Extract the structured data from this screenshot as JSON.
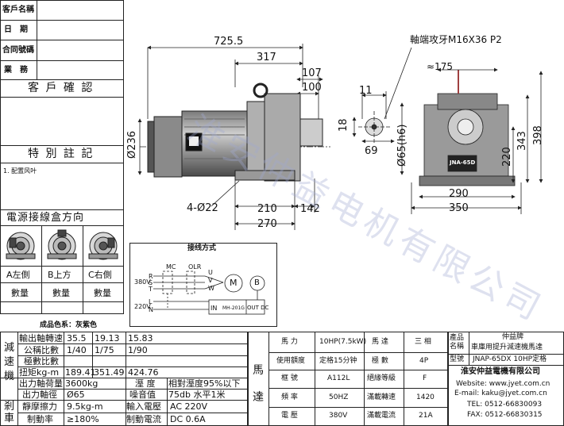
{
  "left_panel": {
    "rows": [
      {
        "label": "客戶名稱",
        "value": ""
      },
      {
        "label": "日　期",
        "value": ""
      },
      {
        "label": "合同號碼",
        "value": ""
      },
      {
        "label": "業　務",
        "value": ""
      }
    ],
    "confirm_title": "客 戶 確 認",
    "notes_title": "特 別 註 記",
    "note_1": "1. 配置风叶",
    "junction_title": "電源接線盒方向",
    "directions": [
      {
        "label": "A左側",
        "qty": "數量"
      },
      {
        "label": "B上方",
        "qty": "數量"
      },
      {
        "label": "C右側",
        "qty": "數量"
      }
    ]
  },
  "drawing": {
    "dim_overall": "725.5",
    "dim_317": "317",
    "dim_107": "107",
    "dim_100": "100",
    "dim_236": "Ø236",
    "dim_210": "210",
    "dim_142": "142",
    "dim_270": "270",
    "dim_hole": "4-Ø22",
    "shaft_thread": "軸端攻牙M16X36 P2",
    "dim_11": "11",
    "dim_18": "18",
    "dim_69": "69",
    "dim_shaft": "Ø65(h6)",
    "dim_175": "≈175",
    "dim_220": "220",
    "dim_343": "343",
    "dim_398": "398",
    "dim_290": "290",
    "dim_350": "350",
    "nameplate": "JNA-65D",
    "watermark": "淮安仲益电机有限公司"
  },
  "wiring": {
    "title": "接线方式",
    "mc": "MC",
    "olr": "OLR",
    "v380": "380V",
    "v220": "220V",
    "r": "R",
    "s": "S",
    "t": "T",
    "u": "U",
    "v": "V",
    "w": "W",
    "motor": "M",
    "brake": "B",
    "l": "L",
    "n": "N",
    "in": "IN",
    "rectifier": "MH-201G",
    "out": "OUT DC"
  },
  "spec_left": {
    "color_label": "成品色系：灰紫色",
    "reducer_label": "減速機",
    "brake_label": "剎車",
    "rows": [
      {
        "label": "輸出軸轉速",
        "v1": "35.5",
        "v2": "19.13",
        "v3": "15.83"
      },
      {
        "label": "公稱比數",
        "v1": "1/40",
        "v2": "1/75",
        "v3": "1/90"
      },
      {
        "label": "極數比數",
        "v1": "",
        "v2": "",
        "v3": ""
      },
      {
        "label": "扭矩kg-m",
        "v1": "189.41",
        "v2": "351.49",
        "v3": "424.76"
      }
    ],
    "pairs": [
      {
        "label": "出力軸荷量",
        "value": "3600kg",
        "label2": "溼 度",
        "value2": "相對溼度95%以下"
      },
      {
        "label": "出力軸徑",
        "value": "Ø65",
        "label2": "噪音值",
        "value2": "75db 水平1米"
      },
      {
        "label": "靜摩擦力",
        "value": "9.5kg-m",
        "label2": "輸入電壓",
        "value2": "AC 220V"
      },
      {
        "label": "制動率",
        "value": "≥180%",
        "label2": "制動電流",
        "value2": "DC 0.6A"
      }
    ]
  },
  "motor_table": {
    "side_label": "馬達",
    "rows": [
      {
        "k1": "馬 力",
        "v1": "10HP(7.5kW)",
        "k2": "馬 達",
        "v2": "三 相"
      },
      {
        "k1": "使用額度",
        "v1": "定格15分钟",
        "k2": "極 數",
        "v2": "4P"
      },
      {
        "k1": "框 號",
        "v1": "A112L",
        "k2": "絕緣等級",
        "v2": "F"
      },
      {
        "k1": "頻 率",
        "v1": "50HZ",
        "k2": "滿載轉速",
        "v2": "1420"
      },
      {
        "k1": "電 壓",
        "v1": "380V",
        "k2": "滿載電流",
        "v2": "21A"
      }
    ]
  },
  "product": {
    "name_label": "產品名稱",
    "brand": "仲益牌",
    "name": "車庫用提升減速機馬達",
    "model_label": "型號",
    "model": "JNAP-65DX 10HP定格",
    "company": "淮安仲益電機有限公司",
    "website": "Website: www.jyet.com.cn",
    "email": "E-mail: kaku@jyet.com.cn",
    "tel": "TEL: 0512-66830093",
    "fax": "FAX: 0512-66830315"
  }
}
